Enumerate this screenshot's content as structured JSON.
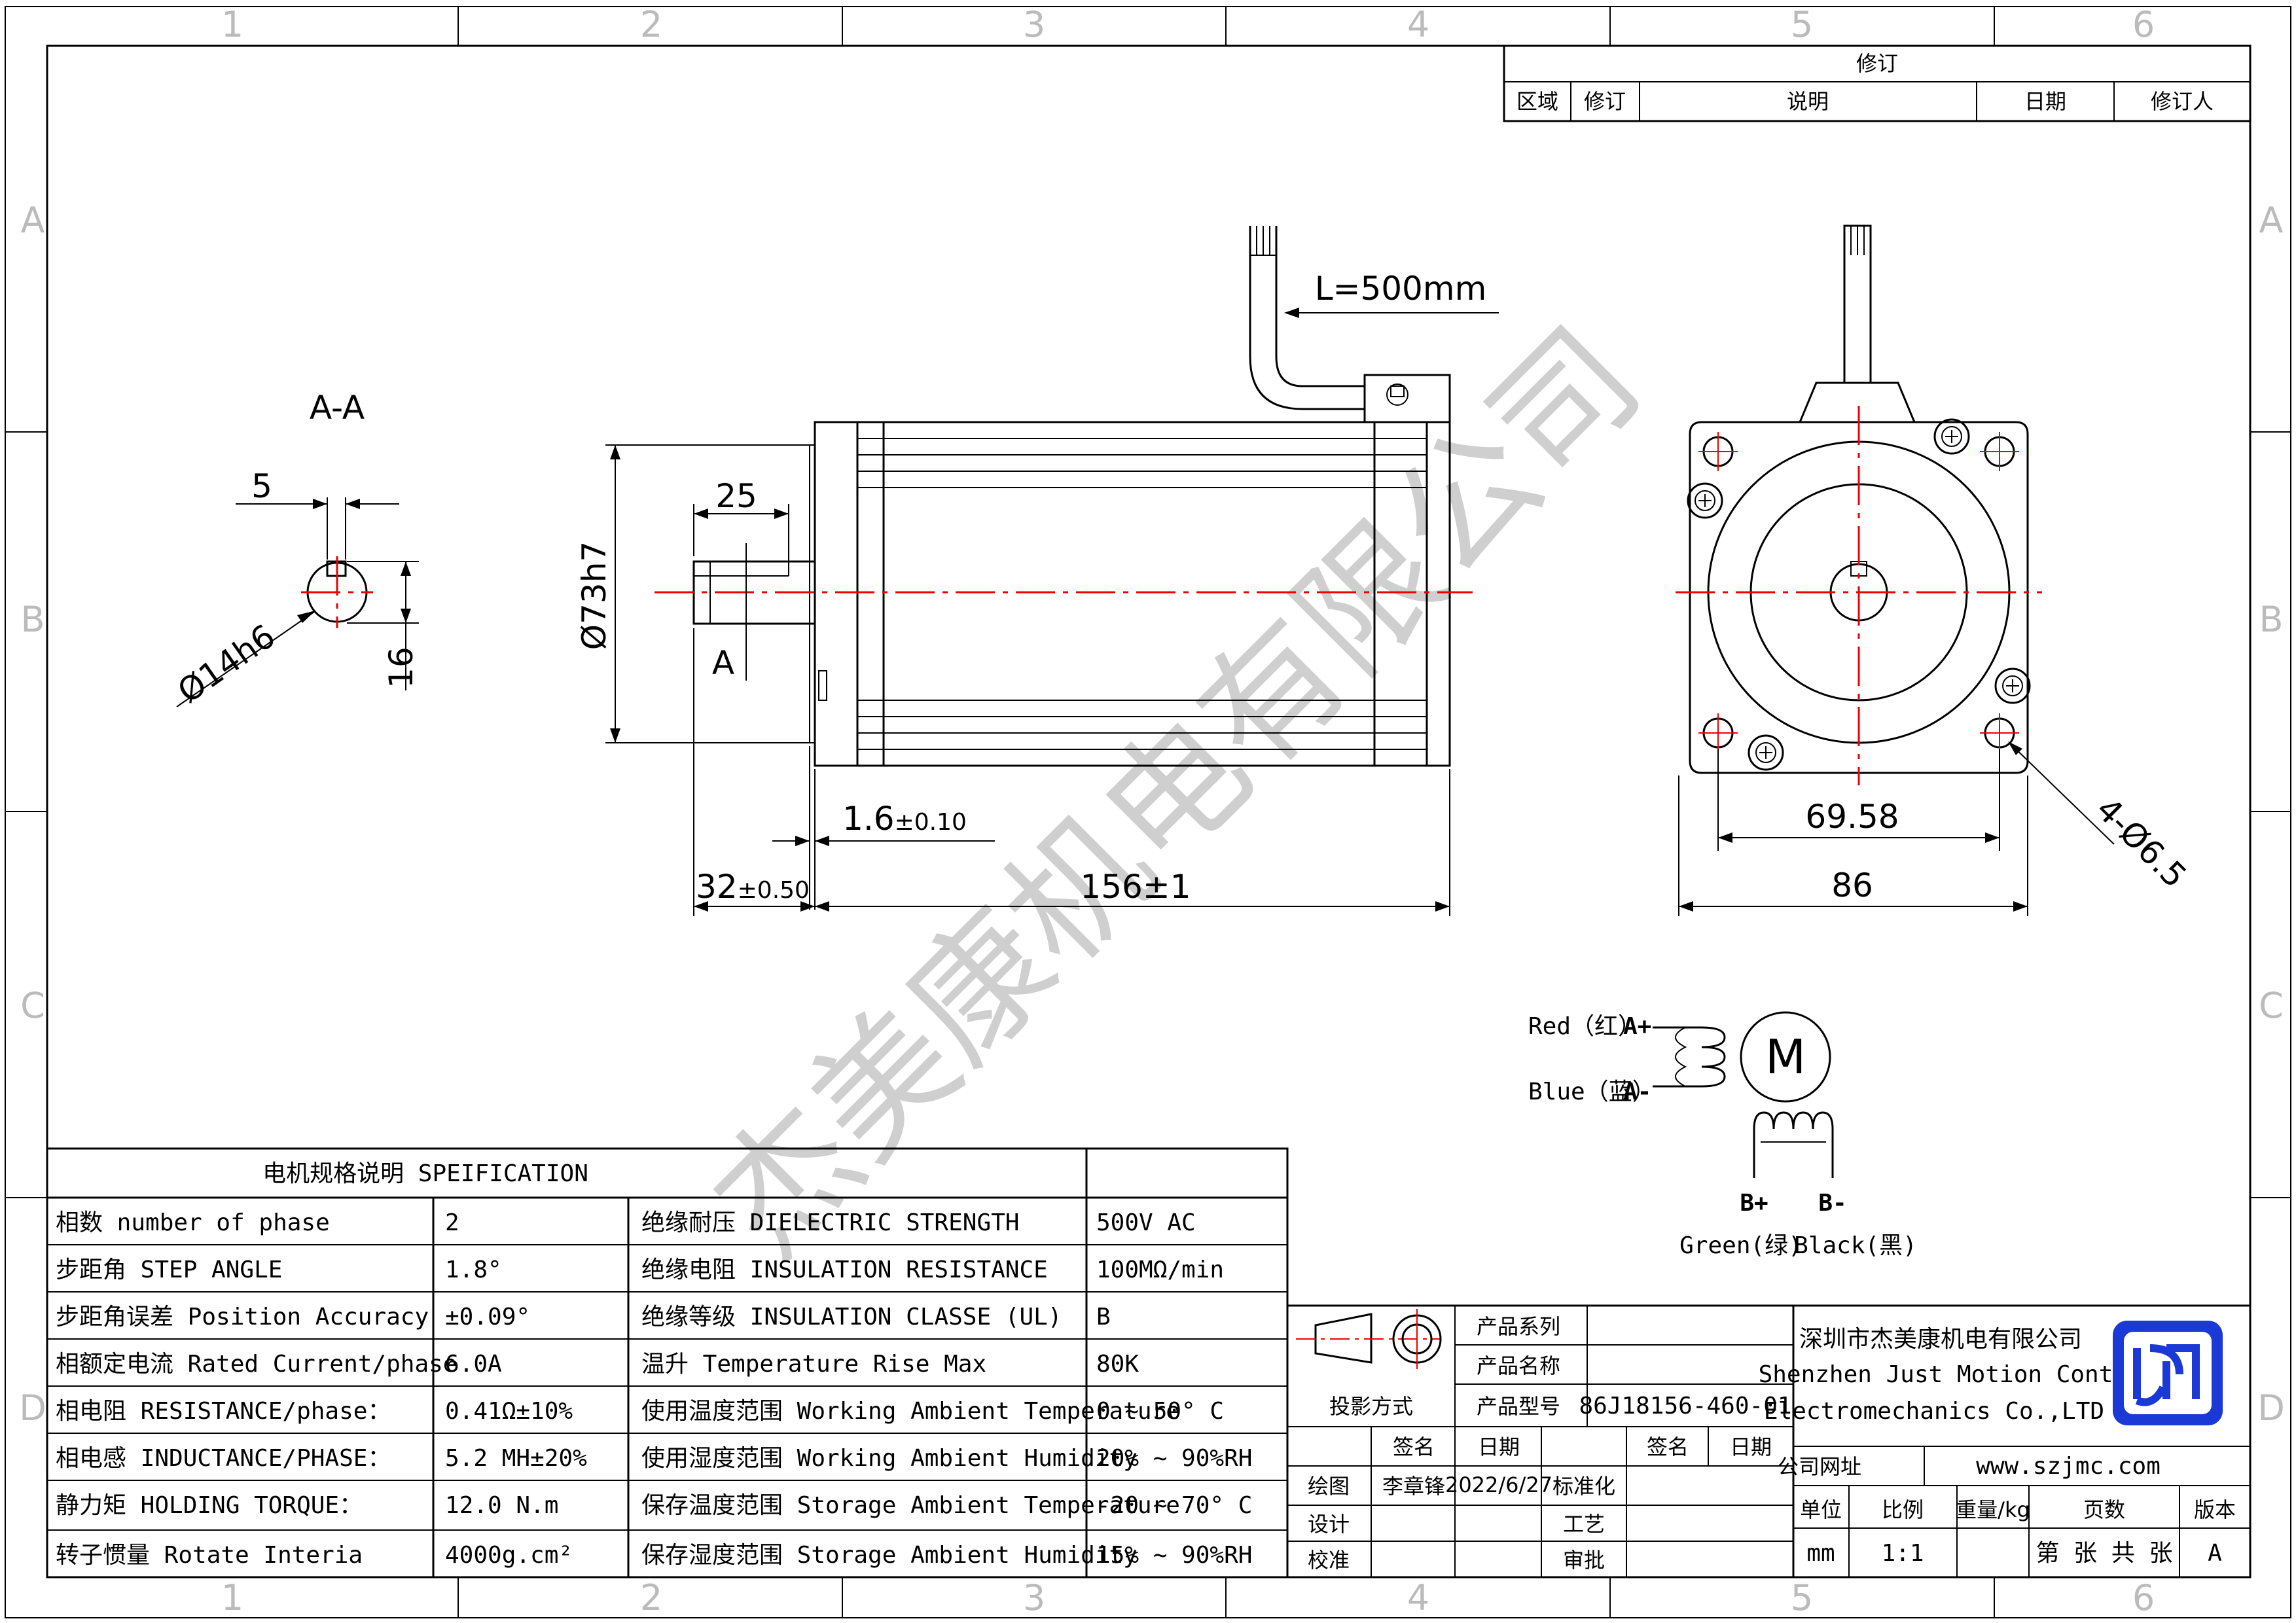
{
  "frame": {
    "zone_numbers": [
      "1",
      "2",
      "3",
      "4",
      "5",
      "6"
    ],
    "zone_letters": [
      "A",
      "B",
      "C",
      "D"
    ]
  },
  "revision_block": {
    "title": "修订",
    "headers": [
      "区域",
      "修订",
      "说明",
      "日期",
      "修订人"
    ]
  },
  "watermark": "杰美康机电有限公司",
  "section_view": {
    "title": "A-A",
    "key_width": "5",
    "key_height": "16",
    "shaft_diameter": "Ø14h6"
  },
  "side_view": {
    "lead_length": "L=500mm",
    "shaft_length": "25",
    "body_diameter": "Ø73h7",
    "section_marker": "A",
    "flange_thickness": "1.6",
    "flange_tolerance": "±0.10",
    "shaft_extension": "32",
    "shaft_extension_tolerance": "±0.50",
    "body_length": "156±1"
  },
  "front_view": {
    "hole_spacing": "69.58",
    "flange_width": "86",
    "mounting_holes": "4-Ø6.5"
  },
  "wiring": {
    "motor_symbol": "M",
    "a_plus_color": "Red（红）",
    "a_plus": "A+",
    "a_minus_color": "Blue（蓝）",
    "a_minus": "A-",
    "b_plus": "B+",
    "b_minus": "B-",
    "b_plus_color": "Green(绿)",
    "b_minus_color": "Black(黑)"
  },
  "spec_table": {
    "title": "电机规格说明 SPEIFICATION",
    "rows": [
      {
        "left_label": "相数 number of phase",
        "left_value": "2",
        "right_label": "绝缘耐压 DIELECTRIC STRENGTH",
        "right_value": "500V AC"
      },
      {
        "left_label": "步距角 STEP ANGLE",
        "left_value": "1.8°",
        "right_label": "绝缘电阻 INSULATION RESISTANCE",
        "right_value": "100MΩ/min"
      },
      {
        "left_label": "步距角误差 Position Accuracy",
        "left_value": "±0.09°",
        "right_label": "绝缘等级 INSULATION CLASSE (UL)",
        "right_value": "B"
      },
      {
        "left_label": "相额定电流 Rated Current/phase",
        "left_value": "6.0A",
        "right_label": "温升 Temperature Rise Max",
        "right_value": "80K"
      },
      {
        "left_label": "相电阻 RESISTANCE/phase：",
        "left_value": "0.41Ω±10%",
        "right_label": "使用温度范围 Working Ambient Temperature",
        "right_value": "0 ~ 50° C"
      },
      {
        "left_label": "相电感 INDUCTANCE/PHASE：",
        "left_value": "5.2 MH±20%",
        "right_label": "使用湿度范围 Working Ambient Humidity",
        "right_value": "20% ~ 90%RH"
      },
      {
        "left_label": "静力矩 HOLDING TORQUE：",
        "left_value": "12.0 N.m",
        "right_label": "保存温度范围 Storage Ambient Temperature",
        "right_value": "-20 ~ 70° C"
      },
      {
        "left_label": "转子惯量 Rotate Interia",
        "left_value": "4000g.cm²",
        "right_label": "保存湿度范围 Storage Ambient Humidity",
        "right_value": "15% ~ 90%RH"
      }
    ]
  },
  "title_block": {
    "product_series_label": "产品系列",
    "product_name_label": "产品名称",
    "product_model_label": "产品型号",
    "product_model": "86J18156-460-01",
    "projection_label": "投影方式",
    "sign_label": "签名",
    "date_label": "日期",
    "sign_label_2": "签名",
    "date_label_2": "日期",
    "drawn_label": "绘图",
    "drawn_by": "李章锋",
    "drawn_date": "2022/6/27",
    "standard_label": "标准化",
    "design_label": "设计",
    "process_label": "工艺",
    "check_label": "校准",
    "approve_label": "审批",
    "company_cn": "深圳市杰美康机电有限公司",
    "company_en_1": "Shenzhen Just Motion Control",
    "company_en_2": "Electromechanics Co.,LTD",
    "website_label": "公司网址",
    "website": "www.szjmc.com",
    "unit_label": "单位",
    "scale_label": "比例",
    "weight_label": "重量/kg",
    "pages_label": "页数",
    "version_label": "版本",
    "unit": "mm",
    "scale": "1:1",
    "pages": "第 张 共 张",
    "version": "A"
  }
}
